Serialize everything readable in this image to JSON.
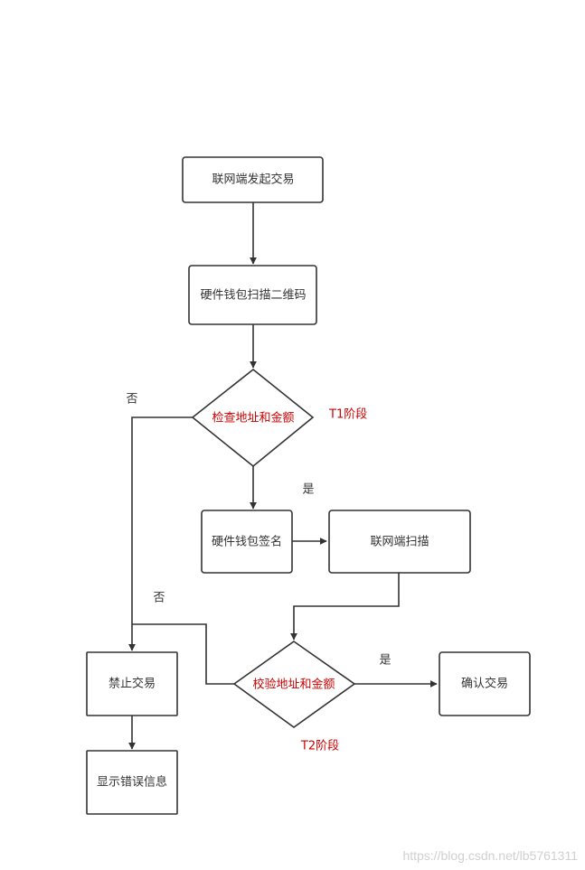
{
  "nodes": {
    "initiate": "联网端发起交易",
    "scan_qr": "硬件钱包扫描二维码",
    "check": "检查地址和金额",
    "sign": "硬件钱包签名",
    "online_scan": "联网端扫描",
    "forbid": "禁止交易",
    "verify": "校验地址和金额",
    "confirm": "确认交易",
    "show_error": "显示错误信息"
  },
  "labels": {
    "no_1": "否",
    "t1": "T1阶段",
    "yes_1": "是",
    "no_2": "否",
    "yes_2": "是",
    "t2": "T2阶段"
  },
  "colors": {
    "stroke": "#333333",
    "text": "#333333",
    "accent": "#cc0000",
    "watermark": "#d0d0d0"
  },
  "watermark": "https://blog.csdn.net/lb5761311"
}
